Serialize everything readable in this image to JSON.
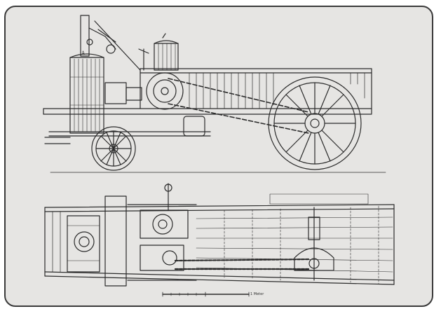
{
  "diagram": {
    "kind": "technical-drawing",
    "views": [
      "side-elevation",
      "plan-view"
    ],
    "labels": {
      "chassis_mark": "A",
      "scale_label": "1 Meter"
    },
    "colors": {
      "paper": "#e6e5e3",
      "ink": "#2b2b2b",
      "border": "#3a3a3a"
    }
  }
}
